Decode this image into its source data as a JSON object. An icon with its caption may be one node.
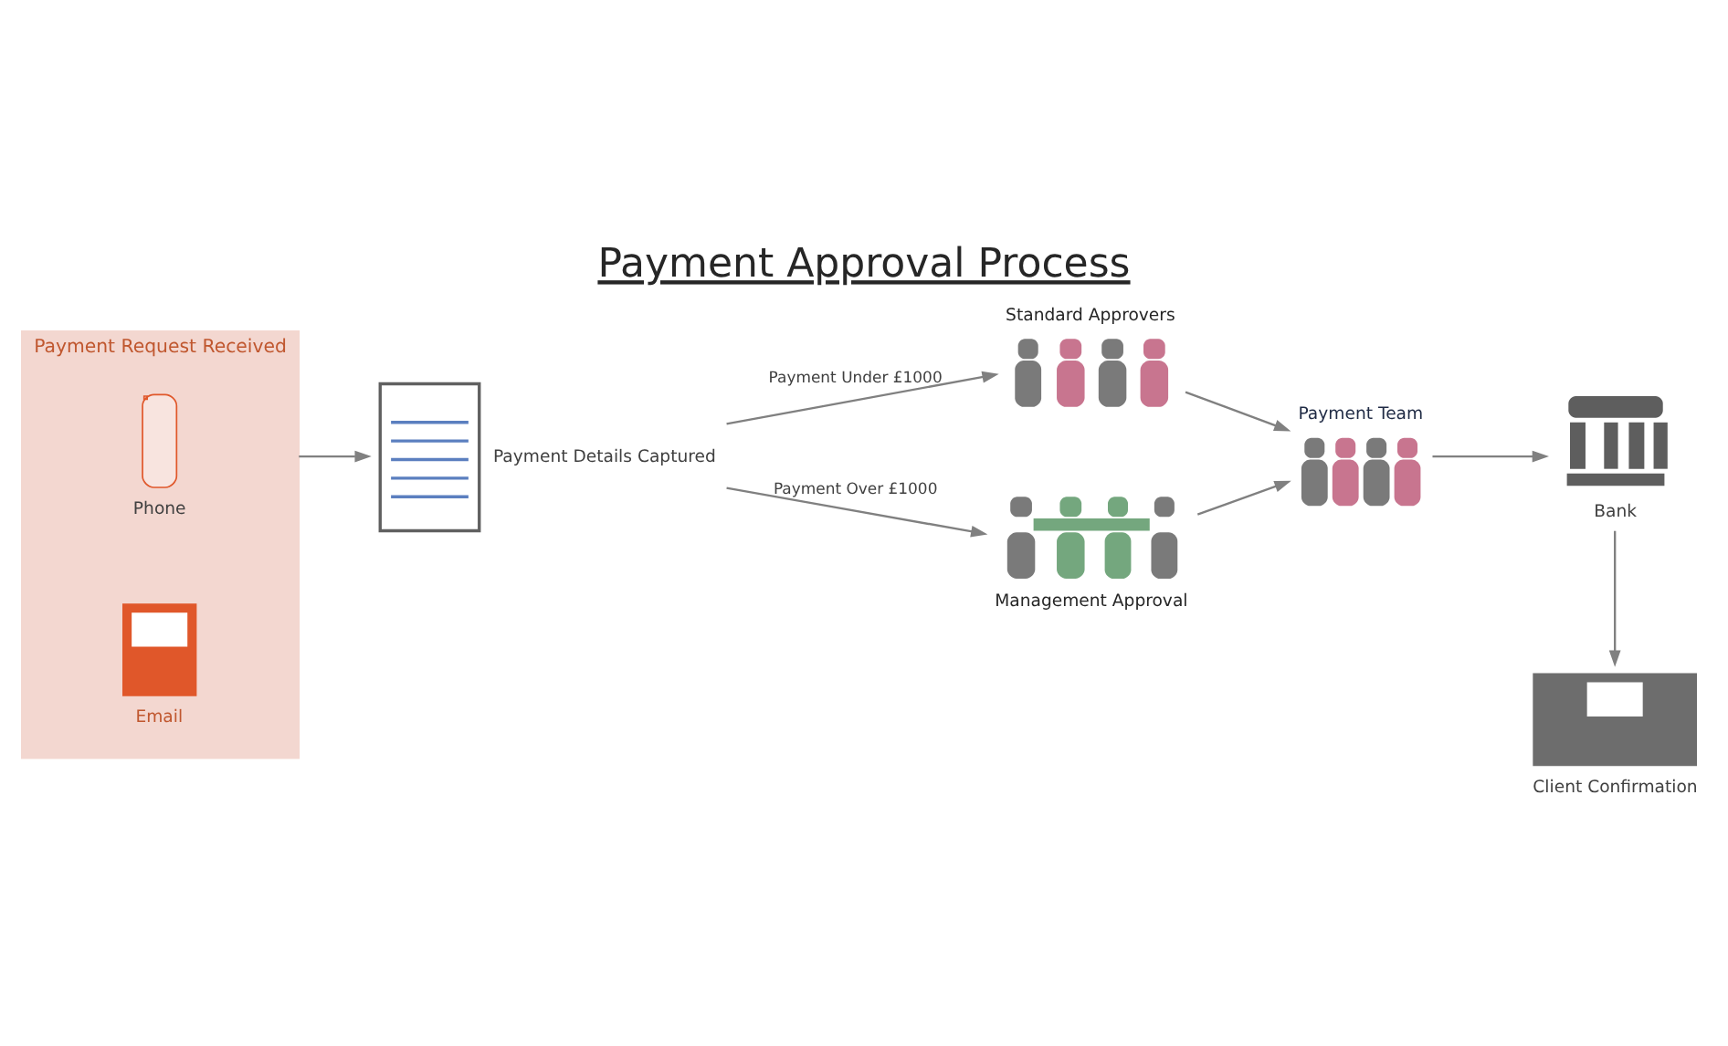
{
  "diagram": {
    "title": "Payment Approval Process",
    "nodes": [
      {
        "text": [
          "Payment Request Received"
        ]
      },
      {
        "text": [
          "Phone"
        ],
        "in": 0
      },
      {
        "text": [
          "Email"
        ],
        "in": 0
      },
      {
        "text": [
          "Payment Details Captured"
        ]
      },
      {
        "text": [
          "Standard Approvers"
        ]
      },
      {
        "text": [
          "Payment Team"
        ]
      },
      {
        "text": [
          "Management Approval"
        ]
      },
      {
        "text": [
          "Bank"
        ]
      },
      {
        "text": [
          "Client Confirmation"
        ]
      }
    ],
    "edges": [
      {
        "from": 0,
        "to": 3,
        "arrow": "to"
      },
      {
        "from": 3,
        "to": 4,
        "label": "Payment Under £1000",
        "arrow": "to"
      },
      {
        "from": 3,
        "to": 6,
        "label": "Payment Over £1000",
        "arrow": "to"
      },
      {
        "from": 4,
        "to": 5,
        "arrow": "to"
      },
      {
        "from": 6,
        "to": 5,
        "arrow": "to"
      },
      {
        "from": 5,
        "to": 7,
        "arrow": "to"
      },
      {
        "from": 7,
        "to": 8,
        "arrow": "to"
      }
    ]
  }
}
